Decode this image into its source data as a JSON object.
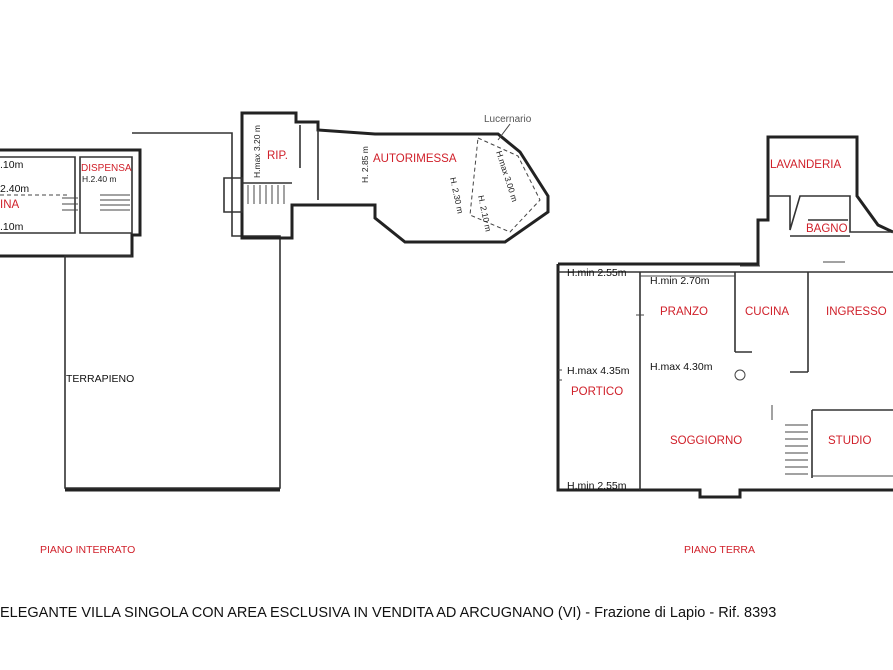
{
  "left_plan": {
    "rooms": {
      "dispensa": "DISPENSA",
      "dispensa_height": "H.2.40 m",
      "cantina": "INA",
      "rip": "RIP.",
      "autorimessa": "AUTORIMESSA",
      "terrapieno": "TERRAPIENO"
    },
    "heights": {
      "h1": ".10m",
      "h2": "2.40m",
      "h3": ".10m",
      "rip_h": "H.max 3.20 m",
      "auto_h1": "H. 2.85 m",
      "auto_h2": "H. 2.30 m",
      "auto_h3": "H. 2.10 m",
      "auto_h4": "H.max 3.00 m"
    },
    "lucernario": "Lucernario",
    "caption": "PIANO INTERRATO"
  },
  "right_plan": {
    "rooms": {
      "lavanderia": "LAVANDERIA",
      "bagno": "BAGNO",
      "pranzo": "PRANZO",
      "cucina": "CUCINA",
      "ingresso": "INGRESSO",
      "portico": "PORTICO",
      "soggiorno": "SOGGIORNO",
      "studio": "STUDIO"
    },
    "heights": {
      "portico_top": "H.min 2.55m",
      "pranzo_top": "H.min 2.70m",
      "portico_mid": "H.max 4.35m",
      "soggiorno_mid": "H.max 4.30m",
      "portico_bottom": "H.min 2.55m"
    },
    "caption": "PIANO TERRA"
  },
  "footer": "ELEGANTE VILLA SINGOLA CON AREA ESCLUSIVA IN VENDITA AD ARCUGNANO (VI) - Frazione di Lapio - Rif. 8393"
}
